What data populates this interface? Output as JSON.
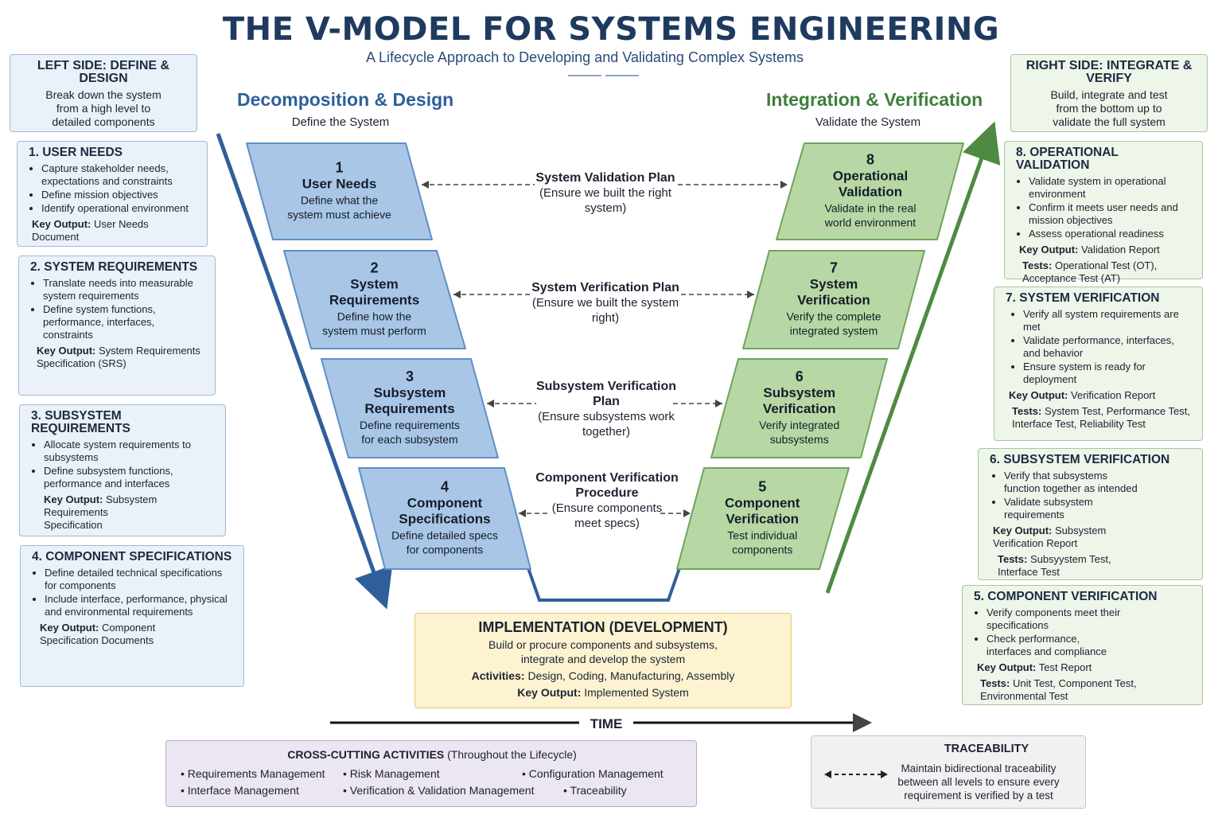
{
  "header": {
    "title": "THE V-MODEL FOR SYSTEMS ENGINEERING",
    "subtitle": "A Lifecycle Approach to Developing and Validating Complex Systems"
  },
  "left_column": {
    "head": "Decomposition & Design",
    "sub": "Define the System",
    "color": "#2f5f9a"
  },
  "right_column": {
    "head": "Integration & Verification",
    "sub": "Validate the System",
    "color": "#3f7f3a"
  },
  "left_side": {
    "title": "LEFT SIDE: DEFINE & DESIGN",
    "lines": [
      "Break down the system",
      "from a high level to",
      "detailed components"
    ]
  },
  "right_side": {
    "title": "RIGHT SIDE: INTEGRATE & VERIFY",
    "lines": [
      "Build, integrate and test",
      "from the bottom up to",
      "validate the full system"
    ]
  },
  "left_cards": [
    {
      "title": "1. USER NEEDS",
      "bullets": [
        "Capture stakeholder needs, expectations and constraints",
        "Define mission objectives",
        "Identify operational environment"
      ],
      "key_label": "Key Output:",
      "key_value": "User Needs Document"
    },
    {
      "title": "2. SYSTEM REQUIREMENTS",
      "bullets": [
        "Translate needs into measurable system requirements",
        "Define system functions, performance, interfaces, constraints"
      ],
      "key_label": "Key Output:",
      "key_value": "System Requirements Specification (SRS)"
    },
    {
      "title": "3. SUBSYSTEM REQUIREMENTS",
      "bullets": [
        "Allocate system requirements to subsystems",
        "Define subsystem functions, performance and interfaces"
      ],
      "key_label": "Key Output:",
      "key_value": "Subsystem Requirements Specification"
    },
    {
      "title": "4. COMPONENT SPECIFICATIONS",
      "bullets": [
        "Define detailed technical specifications for components",
        "Include interface, performance, physical and environmental requirements"
      ],
      "key_label": "Key Output:",
      "key_value": "Component Specification Documents"
    }
  ],
  "right_cards": [
    {
      "title": "8. OPERATIONAL VALIDATION",
      "bullets": [
        "Validate system in operational environment",
        "Confirm it meets user needs and mission objectives",
        "Assess operational readiness"
      ],
      "key_label": "Key Output:",
      "key_value": "Validation Report",
      "tests_label": "Tests:",
      "tests_value": "Operational Test (OT), Acceptance Test (AT)"
    },
    {
      "title": "7. SYSTEM VERIFICATION",
      "bullets": [
        "Verify all system requirements are met",
        "Validate performance, interfaces, and behavior",
        "Ensure system is ready for deployment"
      ],
      "key_label": "Key Output:",
      "key_value": "Verification Report",
      "tests_label": "Tests:",
      "tests_value": "System Test, Performance Test, Interface Test, Reliability Test"
    },
    {
      "title": "6. SUBSYSTEM VERIFICATION",
      "bullets": [
        "Verify that subsystems function together as intended",
        "Validate subsystem requirements"
      ],
      "key_label": "Key Output:",
      "key_value": "Subsystem Verification Report",
      "tests_label": "Tests:",
      "tests_value": "Subsyystem Test, Interface Test"
    },
    {
      "title": "5. COMPONENT VERIFICATION",
      "bullets": [
        "Verify components meet their specifications",
        "Check performance, interfaces and compliance"
      ],
      "key_label": "Key Output:",
      "key_value": "Test Report",
      "tests_label": "Tests:",
      "tests_value": "Unit Test, Component Test, Environmental Test"
    }
  ],
  "v_left": [
    {
      "num": "1",
      "title": [
        "User Needs"
      ],
      "desc": [
        "Define what the",
        "system must achieve"
      ]
    },
    {
      "num": "2",
      "title": [
        "System",
        "Requirements"
      ],
      "desc": [
        "Define how the",
        "system must perform"
      ]
    },
    {
      "num": "3",
      "title": [
        "Subsystem",
        "Requirements"
      ],
      "desc": [
        "Define requirements",
        "for each subsystem"
      ]
    },
    {
      "num": "4",
      "title": [
        "Component",
        "Specifications"
      ],
      "desc": [
        "Define detailed specs",
        "for components"
      ]
    }
  ],
  "v_right": [
    {
      "num": "8",
      "title": [
        "Operational",
        "Validation"
      ],
      "desc": [
        "Validate in the real",
        "world environment"
      ]
    },
    {
      "num": "7",
      "title": [
        "System",
        "Verification"
      ],
      "desc": [
        "Verify the complete",
        "integrated system"
      ]
    },
    {
      "num": "6",
      "title": [
        "Subsystem",
        "Verification"
      ],
      "desc": [
        "Verify integrated",
        "subsystems"
      ]
    },
    {
      "num": "5",
      "title": [
        "Component",
        "Verification"
      ],
      "desc": [
        "Test individual",
        "components"
      ]
    }
  ],
  "plans": [
    {
      "title": [
        "System Validation Plan"
      ],
      "desc": [
        "(Ensure we built the right system)"
      ]
    },
    {
      "title": [
        "System Verification Plan"
      ],
      "desc": [
        "(Ensure we built the system right)"
      ]
    },
    {
      "title": [
        "Subsystem Verification Plan"
      ],
      "desc": [
        "(Ensure subsystems work",
        "together)"
      ]
    },
    {
      "title": [
        "Component Verification",
        "Procedure"
      ],
      "desc": [
        "(Ensure components",
        "meet specs)"
      ]
    }
  ],
  "implementation": {
    "title": "IMPLEMENTATION (DEVELOPMENT)",
    "line1": "Build or procure components and subsystems,",
    "line2": "integrate and develop the system",
    "activities_label": "Activities:",
    "activities_value": "Design, Coding, Manufacturing, Assembly",
    "key_label": "Key Output:",
    "key_value": "Implemented System"
  },
  "time_label": "TIME",
  "cross_cutting": {
    "title": "CROSS-CUTTING ACTIVITIES",
    "title_suffix": "(Throughout the Lifecycle)",
    "items": [
      "Requirements Management",
      "Risk Management",
      "Configuration Management",
      "Interface Management",
      "Verification & Validation Management",
      "Traceability"
    ]
  },
  "traceability": {
    "title": "TRACEABILITY",
    "lines": [
      "Maintain bidirectional traceability",
      "between all levels to ensure every",
      "requirement is verified by a test"
    ]
  },
  "colors": {
    "blue_fill": "#a9c6e6",
    "blue_stroke": "#5f8fc4",
    "green_fill": "#b7d8a4",
    "green_stroke": "#6fa45d",
    "left_arrow": "#2f5f9a",
    "right_arrow": "#4f8a43"
  }
}
